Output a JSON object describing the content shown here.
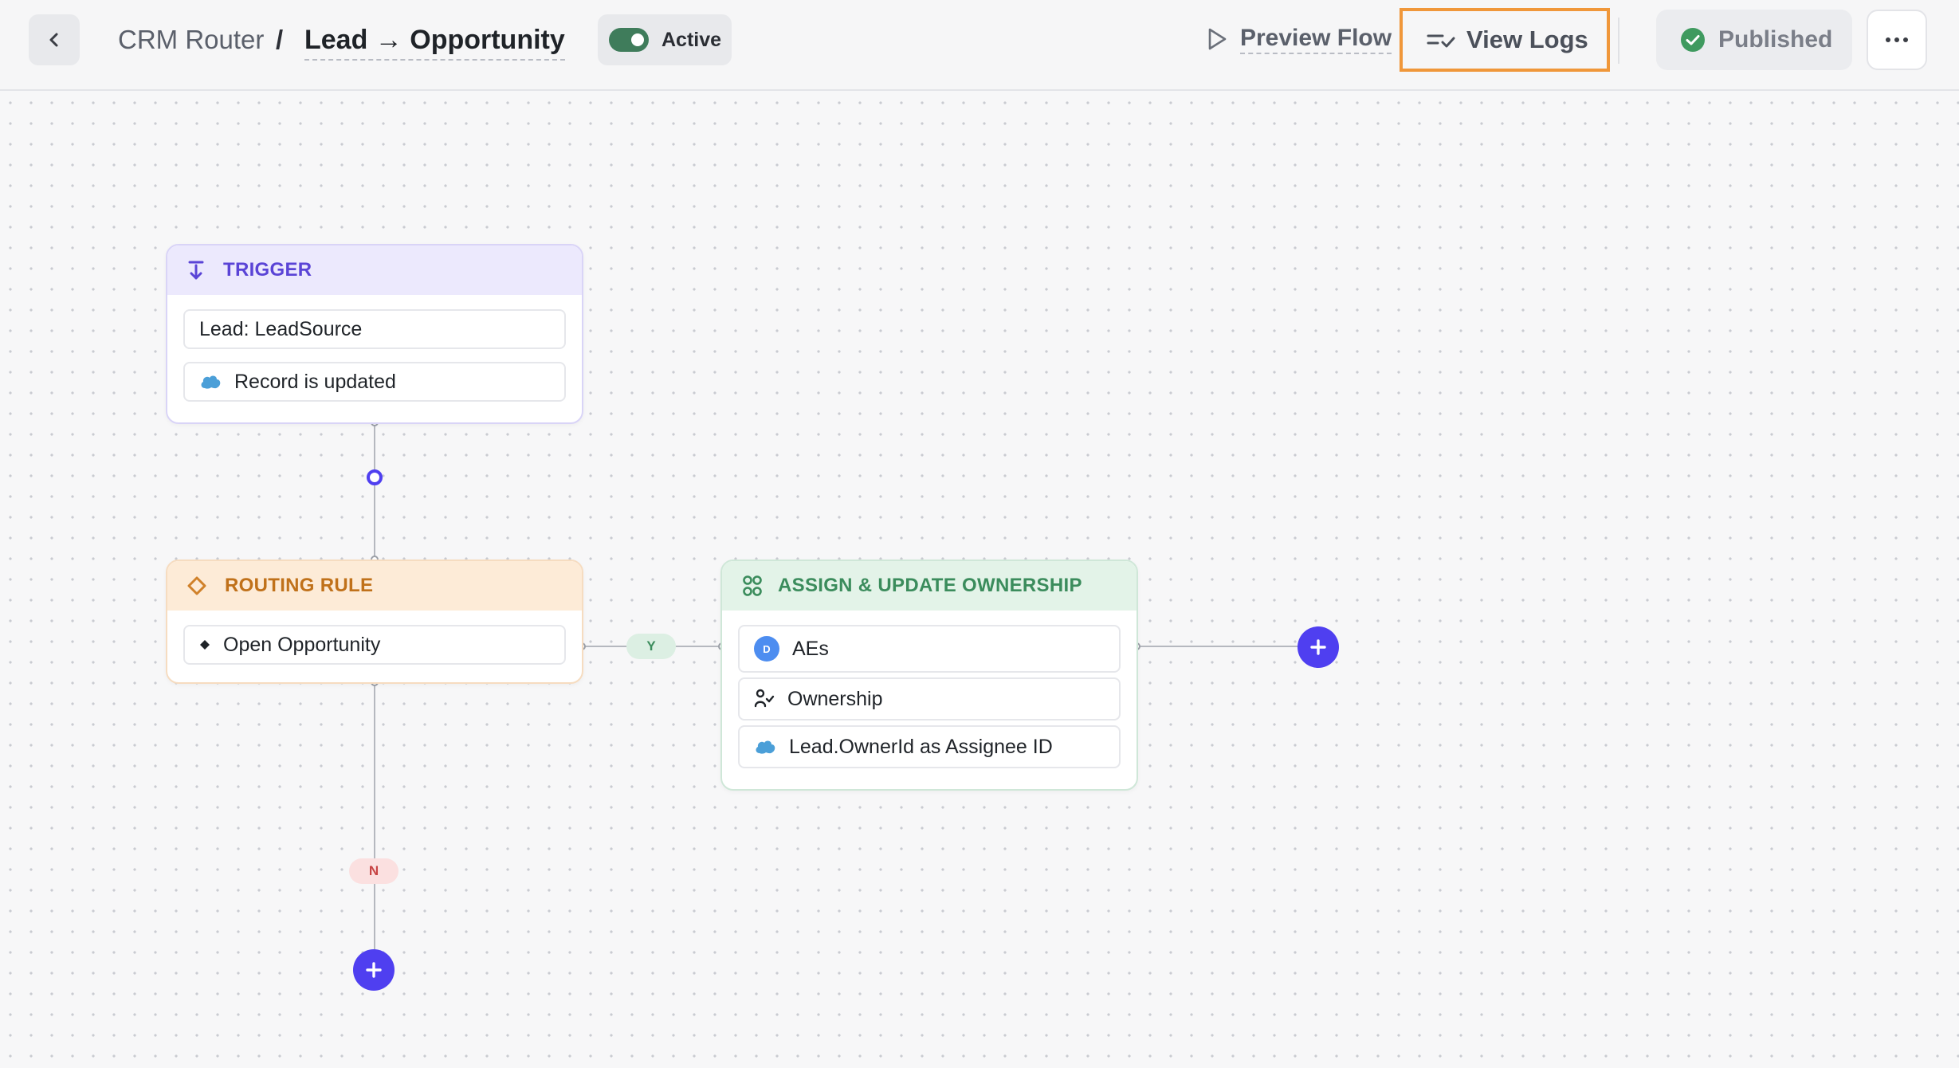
{
  "header": {
    "back_icon": "chevron-left-icon",
    "breadcrumb_root": "CRM Router",
    "breadcrumb_separator": "/",
    "flow_name": "Lead → Opportunity",
    "status_toggle_label": "Active",
    "preview_label": "Preview Flow",
    "view_logs_label": "View Logs",
    "published_label": "Published",
    "more_icon": "more-horizontal-icon"
  },
  "nodes": {
    "trigger": {
      "title": "TRIGGER",
      "icon": "arrow-down-to-line-icon",
      "rows": [
        {
          "text": "Lead: LeadSource"
        },
        {
          "text": "Record is updated",
          "icon": "salesforce-cloud-icon"
        }
      ]
    },
    "routing_rule": {
      "title": "ROUTING RULE",
      "icon": "diamond-icon",
      "rows": [
        {
          "text": "Open Opportunity",
          "icon": "diamond-bullet-icon"
        }
      ]
    },
    "assign": {
      "title": "ASSIGN & UPDATE OWNERSHIP",
      "icon": "users-icon",
      "rows": [
        {
          "text": "AEs",
          "avatar": "D"
        },
        {
          "text": "Ownership",
          "icon": "user-check-icon"
        },
        {
          "text": "Lead.OwnerId as Assignee ID",
          "icon": "salesforce-cloud-icon"
        }
      ]
    }
  },
  "branches": {
    "yes_label": "Y",
    "no_label": "N"
  },
  "colors": {
    "accent": "#4f3ff0",
    "active_toggle": "#3f7c5b",
    "highlight_outline": "#f0973a",
    "trigger_header": "#ece9fd",
    "routing_header": "#fdebd7",
    "assign_header": "#e3f3e8"
  }
}
